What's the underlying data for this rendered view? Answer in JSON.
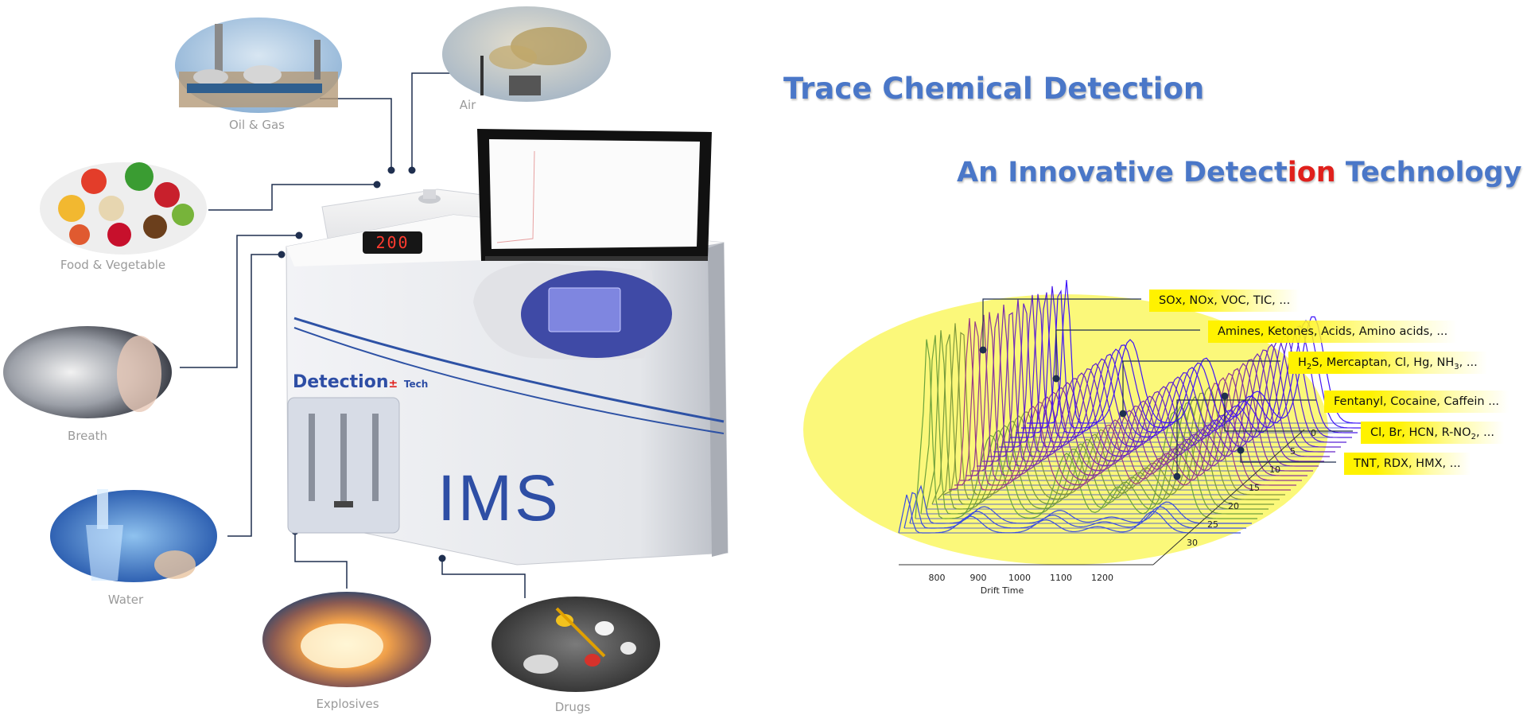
{
  "colors": {
    "title": "#4a77c8",
    "accent_red": "#e0201c",
    "connector": "#1f2f4f",
    "yellow": "#fff200"
  },
  "applications": [
    {
      "id": "oil",
      "label": "Oil & Gas"
    },
    {
      "id": "air",
      "label": "Air"
    },
    {
      "id": "food",
      "label": "Food & Vegetable"
    },
    {
      "id": "breath",
      "label": "Breath"
    },
    {
      "id": "water",
      "label": "Water"
    },
    {
      "id": "explosives",
      "label": "Explosives"
    },
    {
      "id": "drugs",
      "label": "Drugs"
    }
  ],
  "device": {
    "brand": "Detection",
    "brand_mark": "±",
    "brand_suffix": "Tech",
    "model": "IMS",
    "display_value": "200"
  },
  "header": {
    "title": "Trace Chemical Detection",
    "subtitle_a": "An Innovative Detect",
    "subtitle_b": "ion",
    "subtitle_c": " Technology"
  },
  "spectrum": {
    "categories": [
      {
        "text": "SOx, NOx, VOC, TIC, ..."
      },
      {
        "text": "Amines, Ketones, Acids, Amino acids, ..."
      },
      {
        "pre": "H",
        "sub": "2",
        "mid": "S, Mercaptan, Cl, Hg, NH",
        "sub2": "3",
        "post": ", ..."
      },
      {
        "text": "Fentanyl, Cocaine, Caffein ..."
      },
      {
        "pre": "Cl, Br, HCN, R-NO",
        "sub": "2",
        "post": ", ..."
      },
      {
        "text": "TNT, RDX, HMX, ..."
      }
    ],
    "x_ticks": [
      "800",
      "900",
      "1000",
      "1100",
      "1200"
    ],
    "z_ticks": [
      "0",
      "5",
      "10",
      "15",
      "20",
      "25",
      "30"
    ],
    "x_axis_label": "Drift Time"
  }
}
